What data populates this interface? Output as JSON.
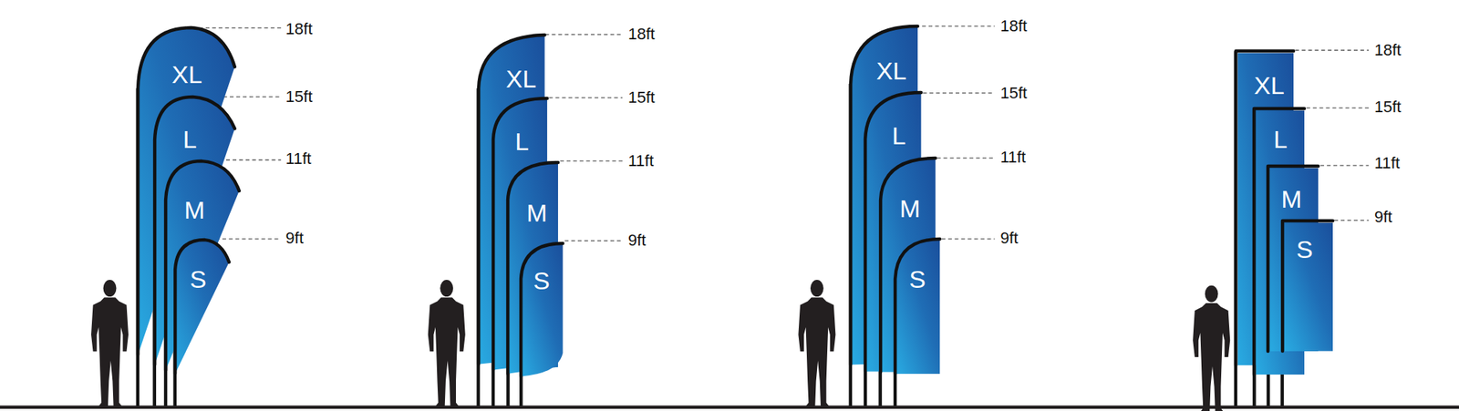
{
  "diagram": {
    "nodes": [
      {
        "text": [
          "XL"
        ]
      },
      {
        "text": [
          "L"
        ]
      },
      {
        "text": [
          "M"
        ]
      },
      {
        "text": [
          "S"
        ]
      },
      {
        "text": [
          "XL"
        ]
      },
      {
        "text": [
          "L"
        ]
      },
      {
        "text": [
          "M"
        ]
      },
      {
        "text": [
          "S"
        ]
      },
      {
        "text": [
          "XL"
        ]
      },
      {
        "text": [
          "L"
        ]
      },
      {
        "text": [
          "M"
        ]
      },
      {
        "text": [
          "S"
        ]
      },
      {
        "text": [
          "XL"
        ]
      },
      {
        "text": [
          "L"
        ]
      },
      {
        "text": [
          "M"
        ]
      },
      {
        "text": [
          "S"
        ]
      }
    ],
    "labels": [
      "18ft",
      "15ft",
      "11ft",
      "9ft",
      "18ft",
      "15ft",
      "11ft",
      "9ft",
      "18ft",
      "15ft",
      "11ft",
      "9ft",
      "18ft",
      "15ft",
      "11ft",
      "9ft"
    ]
  }
}
